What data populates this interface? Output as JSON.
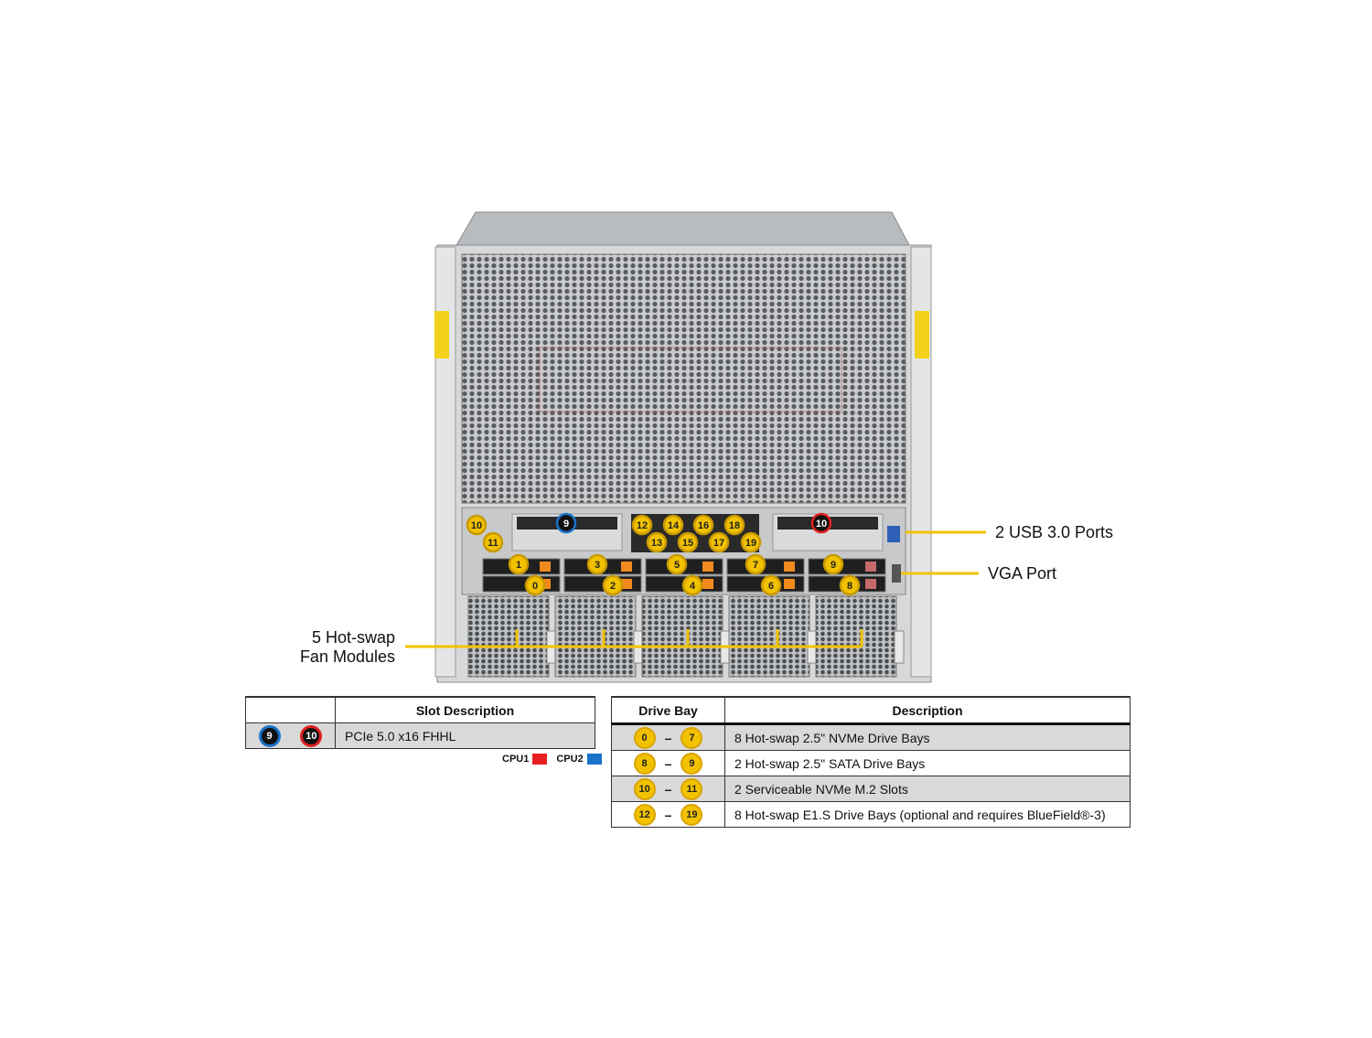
{
  "callouts": {
    "usb": "2 USB 3.0 Ports",
    "vga": "VGA Port",
    "fans_line1": "5 Hot-swap",
    "fans_line2": "Fan Modules"
  },
  "badges": {
    "yellow": [
      "10",
      "11",
      "12",
      "13",
      "14",
      "15",
      "16",
      "17",
      "18",
      "19",
      "0",
      "1",
      "2",
      "3",
      "4",
      "5",
      "6",
      "7",
      "8",
      "9"
    ],
    "pcie_cpu2": "9",
    "pcie_cpu1": "10"
  },
  "slot_table": {
    "header": "Slot Description",
    "row": {
      "badge_a": "9",
      "badge_b": "10",
      "description": "PCIe 5.0 x16 FHHL"
    }
  },
  "legend": {
    "cpu1": "CPU1",
    "cpu1_color": "#e82020",
    "cpu2": "CPU2",
    "cpu2_color": "#1a73c8"
  },
  "drive_table": {
    "headers": [
      "Drive Bay",
      "Description"
    ],
    "rows": [
      {
        "from": "0",
        "to": "7",
        "description": "8 Hot-swap 2.5\" NVMe Drive Bays"
      },
      {
        "from": "8",
        "to": "9",
        "description": "2 Hot-swap 2.5\" SATA Drive Bays"
      },
      {
        "from": "10",
        "to": "11",
        "description": "2 Serviceable NVMe M.2 Slots"
      },
      {
        "from": "12",
        "to": "19",
        "description": "8 Hot-swap E1.S Drive Bays (optional and requires BlueField®-3)"
      }
    ],
    "dash": "–"
  }
}
